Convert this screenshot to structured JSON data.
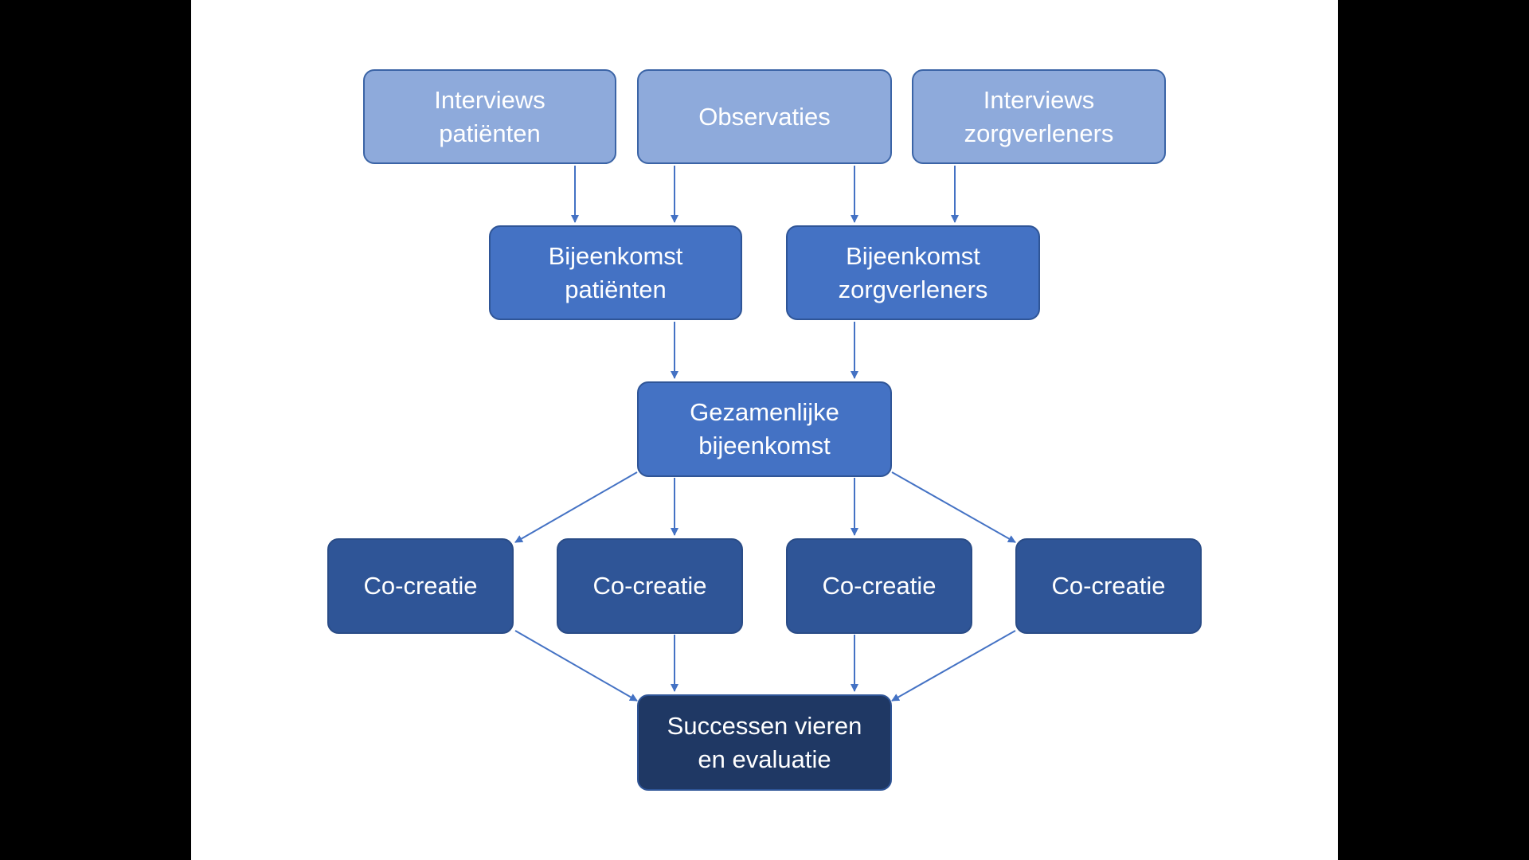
{
  "diagram": {
    "colors": {
      "top_row": "#8eaadb",
      "meeting": "#4472c4",
      "joint": "#4472c4",
      "cocreation": "#2f5597",
      "final": "#1f3864",
      "arrow": "#4472c4"
    },
    "nodes": {
      "interviews_patients": "Interviews\npatiënten",
      "observations": "Observaties",
      "interviews_caregivers": "Interviews\nzorgverleners",
      "meeting_patients": "Bijeenkomst\npatiënten",
      "meeting_caregivers": "Bijeenkomst\nzorgverleners",
      "joint_meeting": "Gezamenlijke\nbijeenkomst",
      "cocreation_1": "Co-creatie",
      "cocreation_2": "Co-creatie",
      "cocreation_3": "Co-creatie",
      "cocreation_4": "Co-creatie",
      "celebrate_evaluate": "Successen vieren\nen evaluatie"
    },
    "edges": [
      [
        "interviews_patients",
        "meeting_patients"
      ],
      [
        "observations",
        "meeting_patients"
      ],
      [
        "observations",
        "meeting_caregivers"
      ],
      [
        "interviews_caregivers",
        "meeting_caregivers"
      ],
      [
        "meeting_patients",
        "joint_meeting"
      ],
      [
        "meeting_caregivers",
        "joint_meeting"
      ],
      [
        "joint_meeting",
        "cocreation_1"
      ],
      [
        "joint_meeting",
        "cocreation_2"
      ],
      [
        "joint_meeting",
        "cocreation_3"
      ],
      [
        "joint_meeting",
        "cocreation_4"
      ],
      [
        "cocreation_1",
        "celebrate_evaluate"
      ],
      [
        "cocreation_2",
        "celebrate_evaluate"
      ],
      [
        "cocreation_3",
        "celebrate_evaluate"
      ],
      [
        "cocreation_4",
        "celebrate_evaluate"
      ]
    ]
  }
}
